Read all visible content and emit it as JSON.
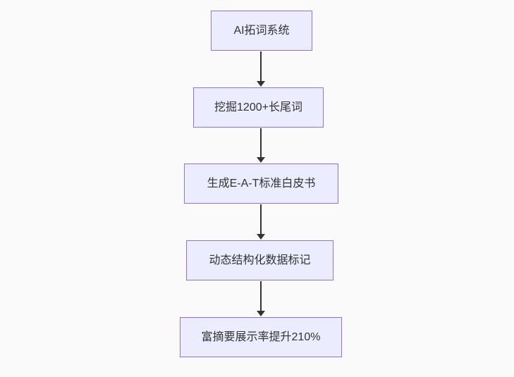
{
  "diagram": {
    "type": "flowchart",
    "direction": "top-down",
    "nodes": [
      {
        "id": "A",
        "label": "AI拓词系统"
      },
      {
        "id": "B",
        "label": "挖掘1200+长尾词"
      },
      {
        "id": "C",
        "label": "生成E-A-T标准白皮书"
      },
      {
        "id": "D",
        "label": "动态结构化数据标记"
      },
      {
        "id": "E",
        "label": "富摘要展示率提升210%"
      }
    ],
    "edges": [
      {
        "from": "A",
        "to": "B",
        "style": "arrow-down"
      },
      {
        "from": "B",
        "to": "C",
        "style": "arrow-down"
      },
      {
        "from": "C",
        "to": "D",
        "style": "arrow-down"
      },
      {
        "from": "D",
        "to": "E",
        "style": "arrow-down"
      }
    ],
    "colors": {
      "background": "#fafafa",
      "node_fill": "#ECECFF",
      "node_border": "#9370DB",
      "node_text": "#333333",
      "arrow": "#333333"
    }
  }
}
